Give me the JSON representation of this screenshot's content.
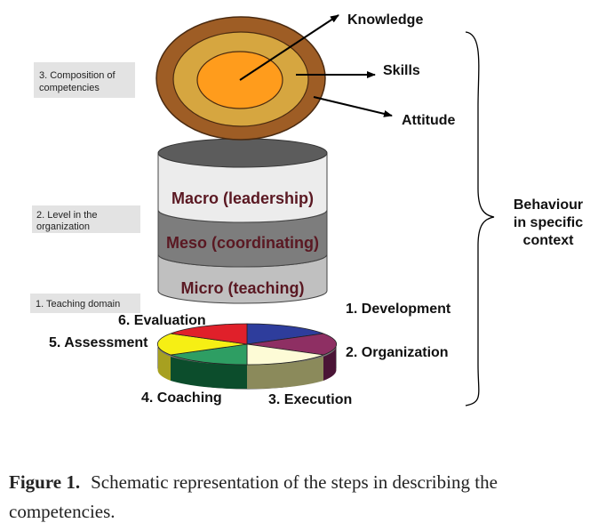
{
  "composition": {
    "box_label": [
      "3. Composition of",
      "competencies"
    ],
    "knowledge": "Knowledge",
    "skills": "Skills",
    "attitude": "Attitude"
  },
  "levels": {
    "box_label": [
      "2. Level in the",
      "organization"
    ],
    "macro": "Macro (leadership)",
    "meso": "Meso (coordinating)",
    "micro": "Micro (teaching)"
  },
  "domain": {
    "box_label": "1. Teaching domain",
    "steps": [
      "1. Development",
      "2. Organization",
      "3. Execution",
      "4. Coaching",
      "5. Assessment",
      "6. Evaluation"
    ],
    "colors": {
      "development": "#2e3d9c",
      "organization": "#8e2f63",
      "execution": "#fdfbd6",
      "coaching": "#2e9e63",
      "assessment": "#f6ef14",
      "evaluation": "#e0202a"
    }
  },
  "context": [
    "Behaviour",
    "in specific",
    "context"
  ],
  "caption": {
    "label": "Figure 1.",
    "text": "Schematic representation of the steps in describing the competencies."
  }
}
